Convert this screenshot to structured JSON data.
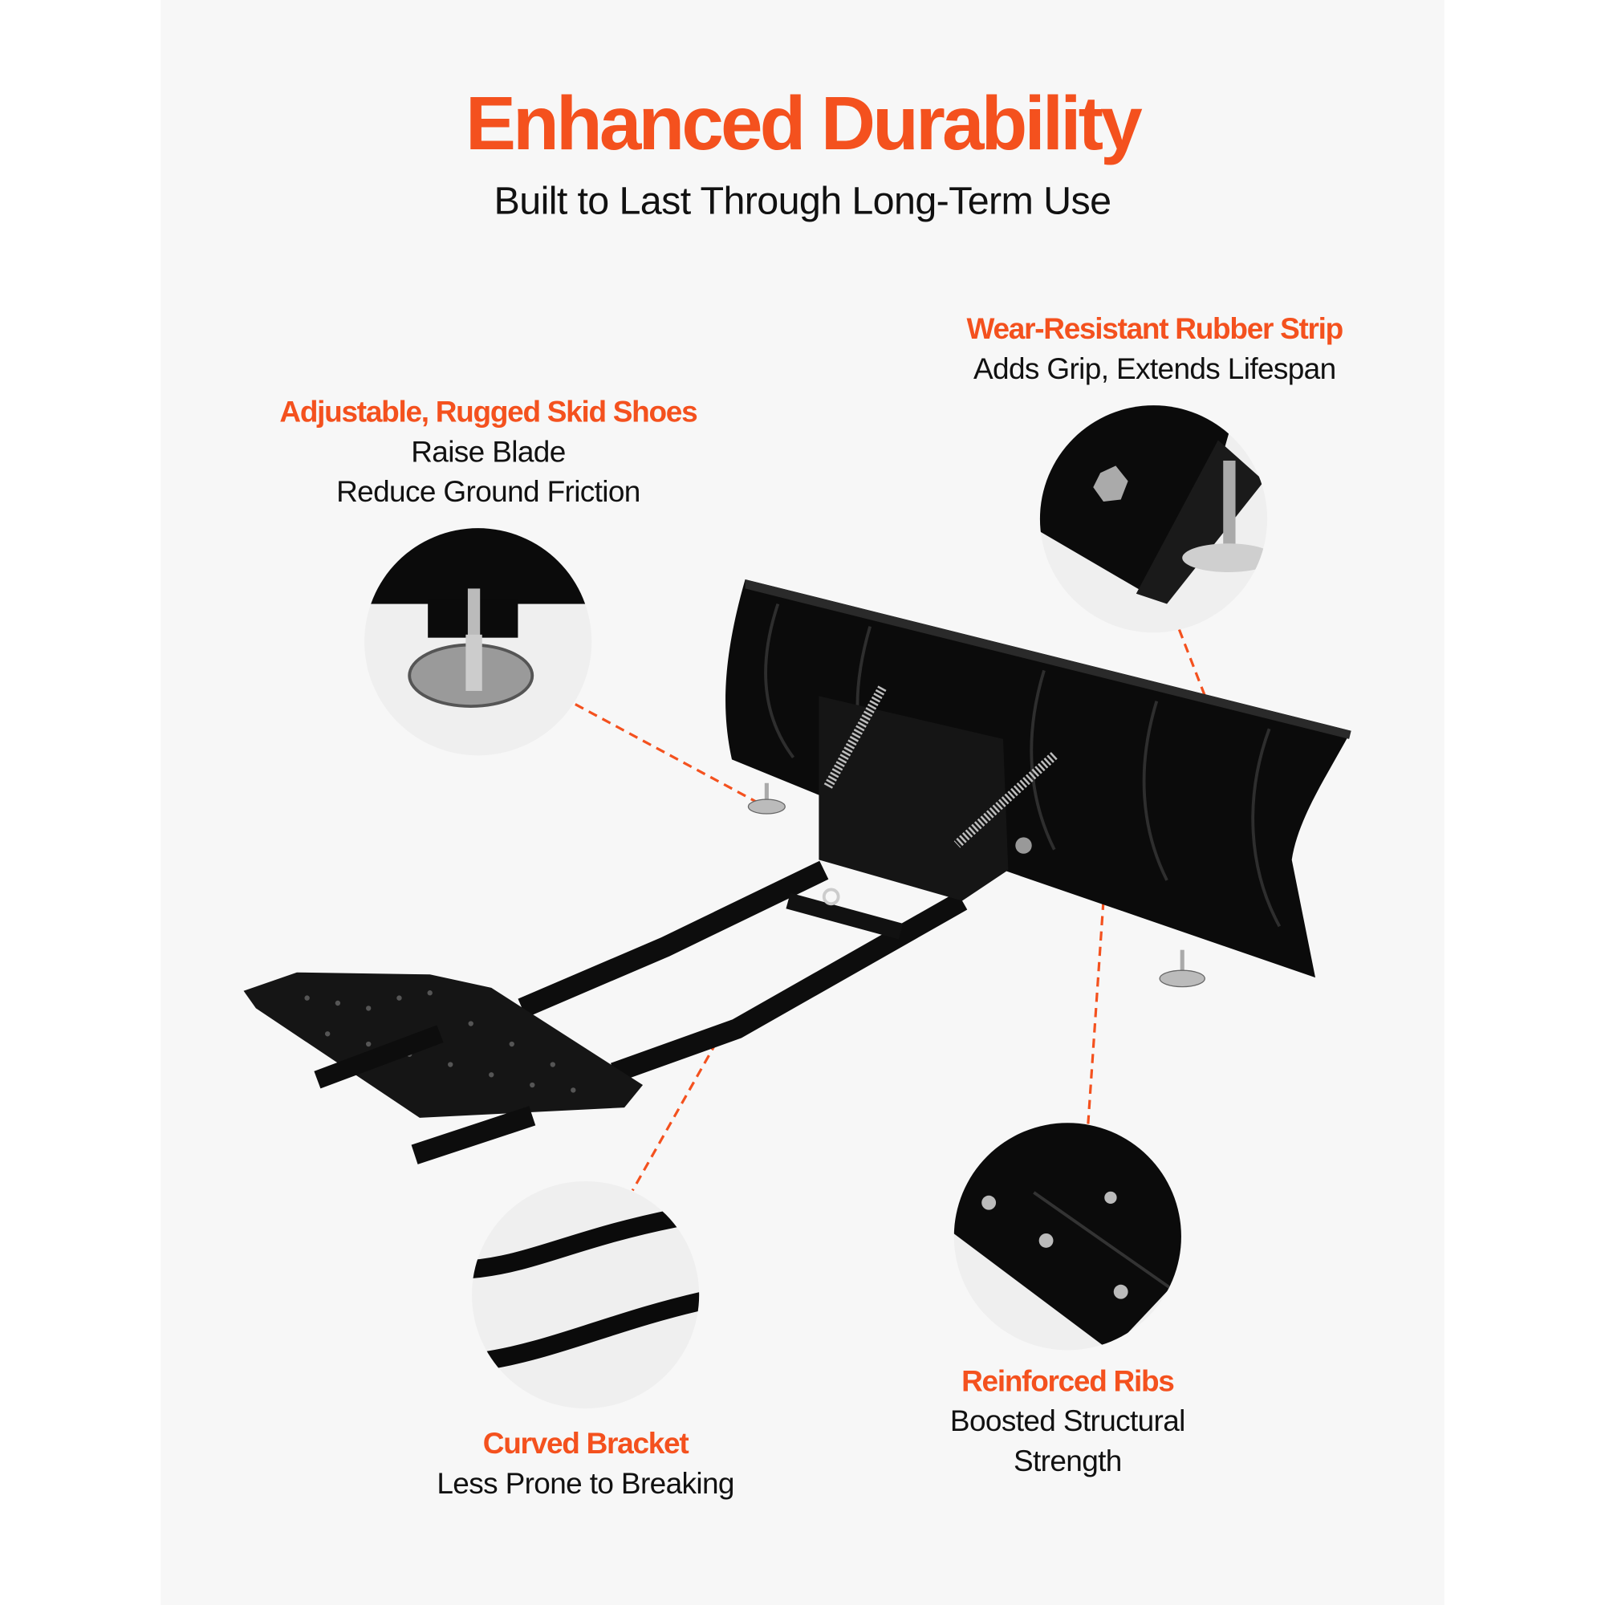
{
  "colors": {
    "accent": "#f4511e",
    "panel": "#f7f7f7",
    "text": "#111111"
  },
  "header": {
    "title": "Enhanced Durability",
    "subtitle": "Built to Last Through Long-Term Use"
  },
  "callouts": [
    {
      "heading": "Wear-Resistant Rubber Strip",
      "lines": [
        "Adds Grip, Extends Lifespan"
      ]
    },
    {
      "heading": "Adjustable, Rugged Skid Shoes",
      "lines": [
        "Raise Blade",
        "Reduce Ground Friction"
      ]
    },
    {
      "heading": "Curved Bracket",
      "lines": [
        "Less Prone to Breaking"
      ]
    },
    {
      "heading": "Reinforced Ribs",
      "lines": [
        "Boosted Structural",
        "Strength"
      ]
    }
  ]
}
